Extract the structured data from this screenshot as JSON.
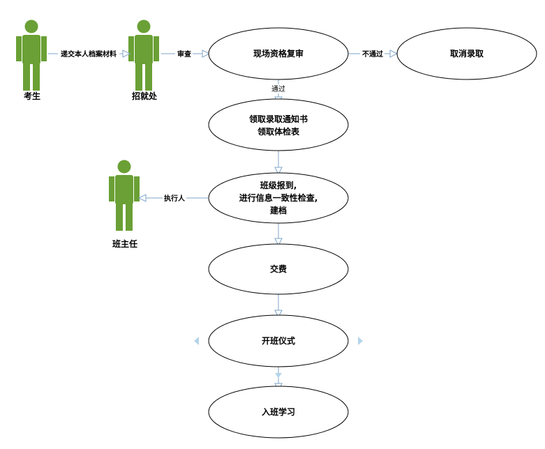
{
  "colors": {
    "actor": "#6aa035",
    "line": "#7fa6c8",
    "arrow_fill": "#ffffff",
    "nav_arrow": "#b4d4ea"
  },
  "actors": {
    "examinee": {
      "label": "考生",
      "icon": "person-icon"
    },
    "admissions": {
      "label": "招就处",
      "icon": "person-icon"
    },
    "head_teacher": {
      "label": "班主任",
      "icon": "person-icon"
    }
  },
  "nodes": {
    "review": {
      "lines": [
        "现场资格复审"
      ]
    },
    "cancel": {
      "lines": [
        "取消录取"
      ]
    },
    "receive": {
      "lines": [
        "领取录取通知书",
        "领取体检表"
      ]
    },
    "register": {
      "lines": [
        "班级报到,",
        "进行信息一致性检查,",
        "建档"
      ]
    },
    "pay": {
      "lines": [
        "交费"
      ]
    },
    "ceremony": {
      "lines": [
        "开班仪式"
      ]
    },
    "study": {
      "lines": [
        "入班学习"
      ]
    }
  },
  "edges": {
    "submit": "递交本人档案材料",
    "audit": "审查",
    "fail": "不通过",
    "pass": "通过",
    "executor": "执行人"
  },
  "nav": {
    "left_icon": "triangle-left-icon",
    "right_icon": "triangle-right-icon",
    "down_icon": "triangle-down-icon"
  }
}
